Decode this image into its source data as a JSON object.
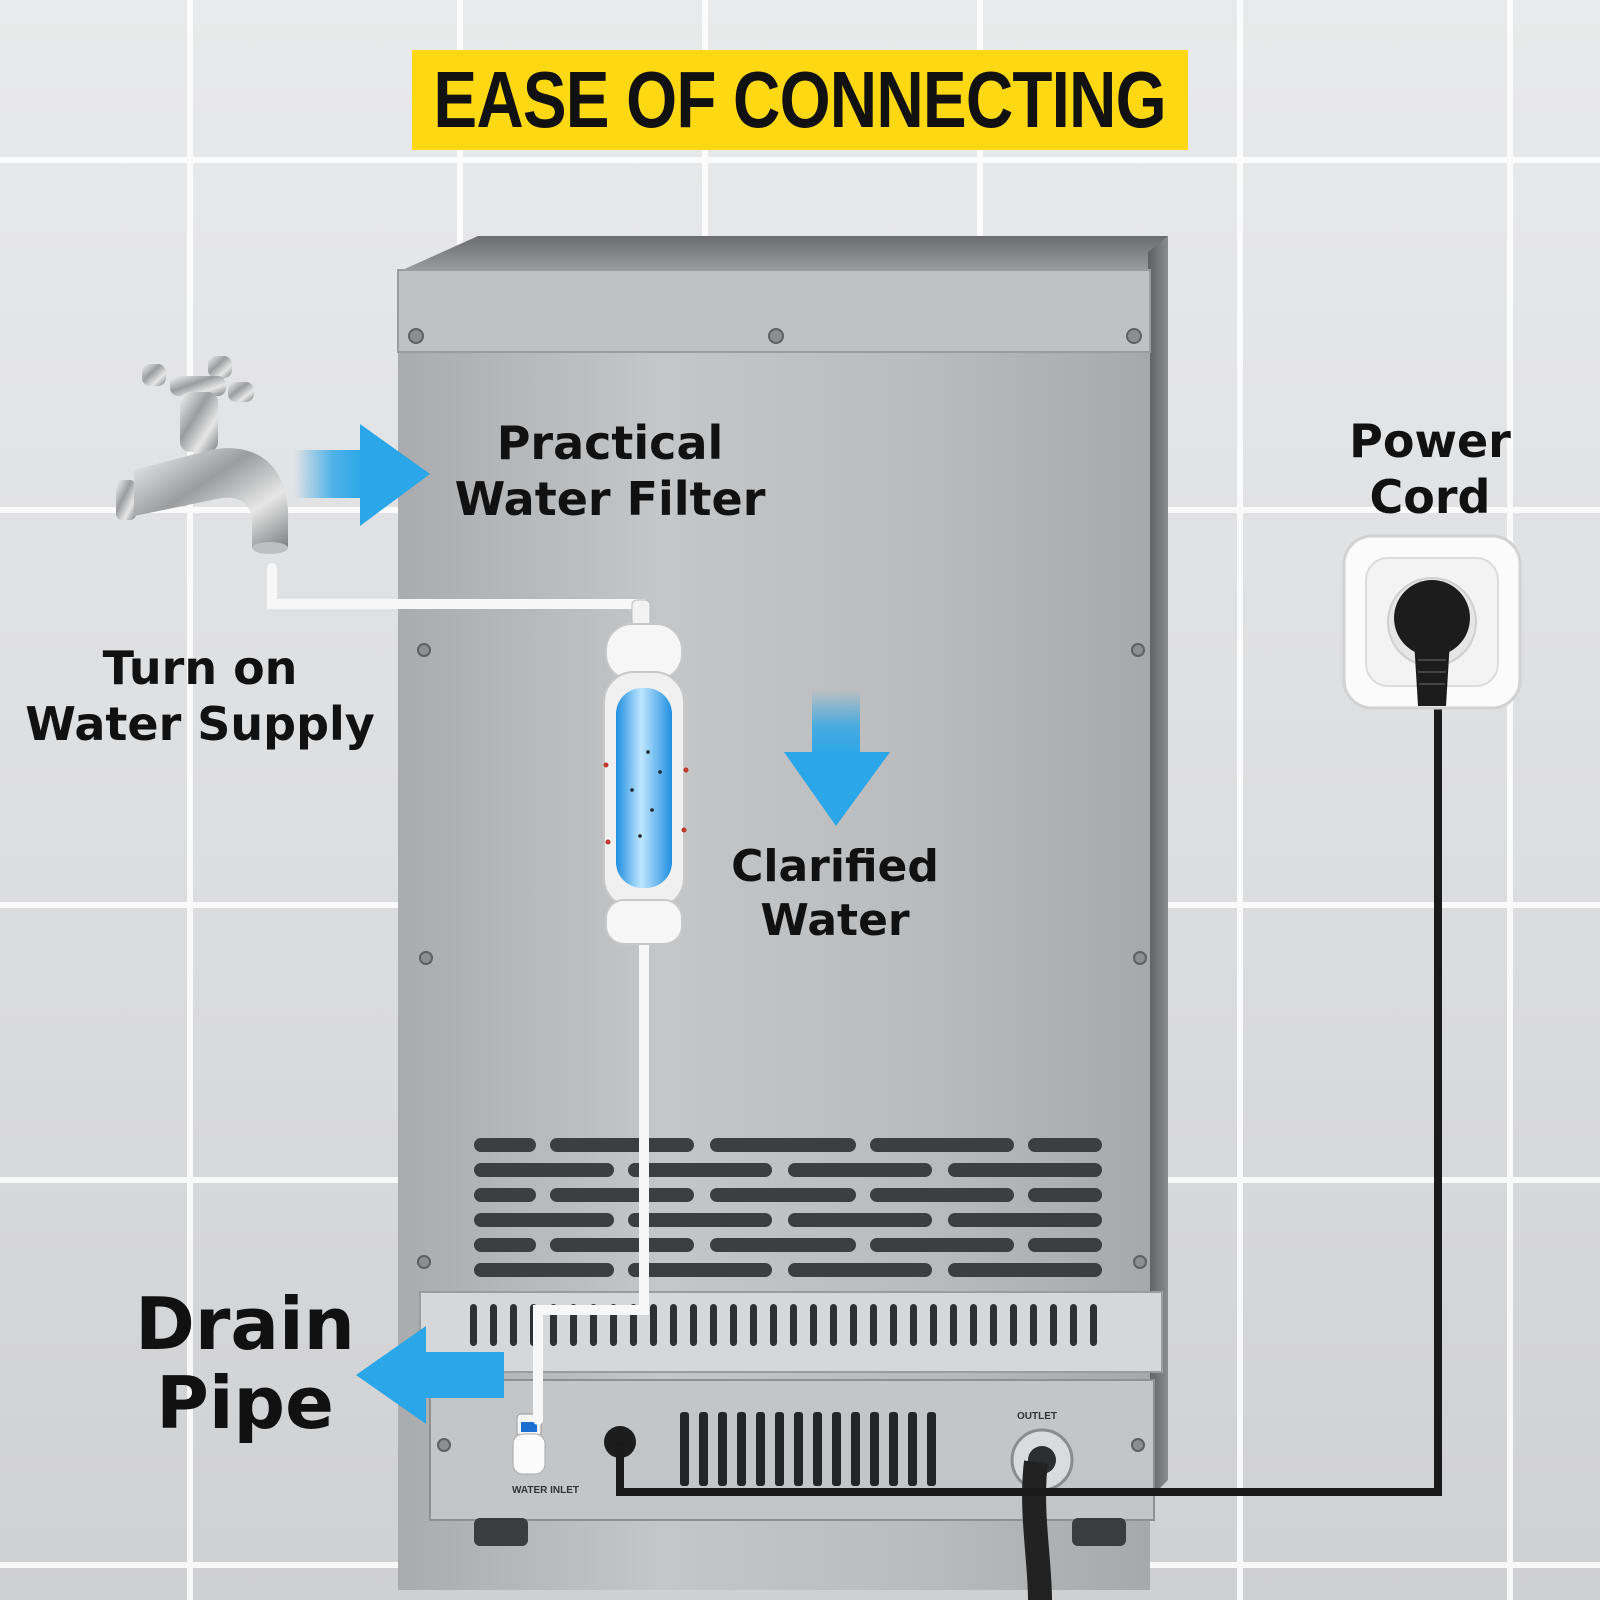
{
  "title": "EASE OF CONNECTING",
  "labels": {
    "water_filter": [
      "Practical",
      "Water Filter"
    ],
    "water_supply": [
      "Turn on",
      "Water Supply"
    ],
    "power_cord": [
      "Power",
      "Cord"
    ],
    "clarified_water": [
      "Clarified",
      "Water"
    ],
    "drain_pipe": [
      "Drain",
      "Pipe"
    ]
  },
  "panel_markings": {
    "outlet": "OUTLET",
    "water_inlet": "WATER INLET"
  },
  "colors": {
    "banner": "#ffd814",
    "arrow_blue": "#2ba6e8",
    "panel_steel": "#b6b8ba",
    "cord": "#1a1a1a"
  },
  "icons": [
    "faucet-icon",
    "water-filter-icon",
    "wall-socket-icon",
    "power-plug-icon",
    "arrow-right-icon",
    "arrow-down-icon",
    "arrow-left-icon"
  ]
}
